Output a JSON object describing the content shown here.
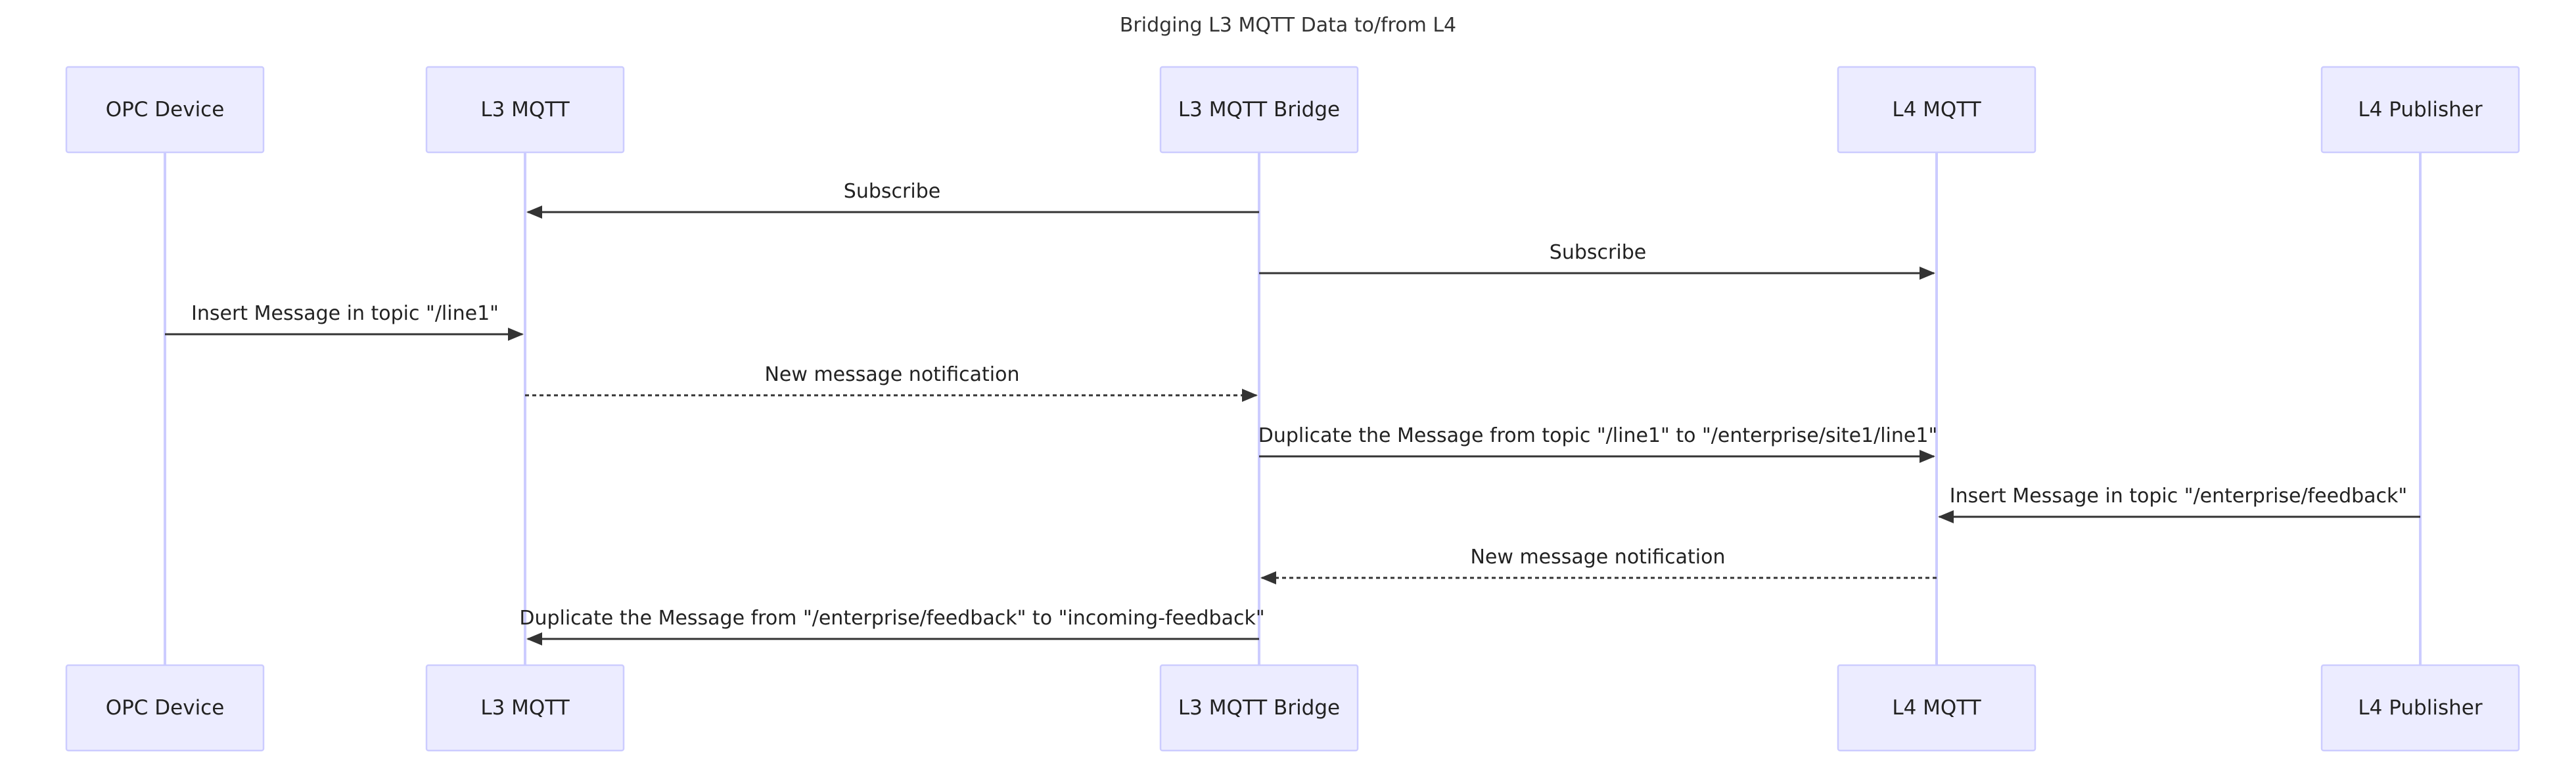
{
  "diagram": {
    "type": "sequence",
    "title": "Bridging L3 MQTT Data to/from L4",
    "participants": [
      {
        "id": "opc",
        "label": "OPC Device"
      },
      {
        "id": "l3",
        "label": "L3 MQTT"
      },
      {
        "id": "bridge",
        "label": "L3 MQTT Bridge"
      },
      {
        "id": "l4",
        "label": "L4 MQTT"
      },
      {
        "id": "pub",
        "label": "L4 Publisher"
      }
    ],
    "messages": [
      {
        "from": "bridge",
        "to": "l3",
        "label": "Subscribe",
        "style": "solid"
      },
      {
        "from": "bridge",
        "to": "l4",
        "label": "Subscribe",
        "style": "solid"
      },
      {
        "from": "opc",
        "to": "l3",
        "label": "Insert Message in topic \"/line1\"",
        "style": "solid"
      },
      {
        "from": "l3",
        "to": "bridge",
        "label": "New message notification",
        "style": "dotted"
      },
      {
        "from": "bridge",
        "to": "l4",
        "label": "Duplicate the Message from topic \"/line1\" to \"/enterprise/site1/line1\"",
        "style": "solid"
      },
      {
        "from": "pub",
        "to": "l4",
        "label": "Insert Message in topic \"/enterprise/feedback\"",
        "style": "solid"
      },
      {
        "from": "l4",
        "to": "bridge",
        "label": "New message notification",
        "style": "dotted"
      },
      {
        "from": "bridge",
        "to": "l3",
        "label": "Duplicate the Message from \"/enterprise/feedback\" to \"incoming-feedback\"",
        "style": "solid"
      }
    ],
    "colors": {
      "actor_fill": "#ECECFF",
      "actor_border": "#CCCCFF",
      "lifeline": "#CCCCFF",
      "message_line": "#333333",
      "text": "#222222"
    }
  }
}
